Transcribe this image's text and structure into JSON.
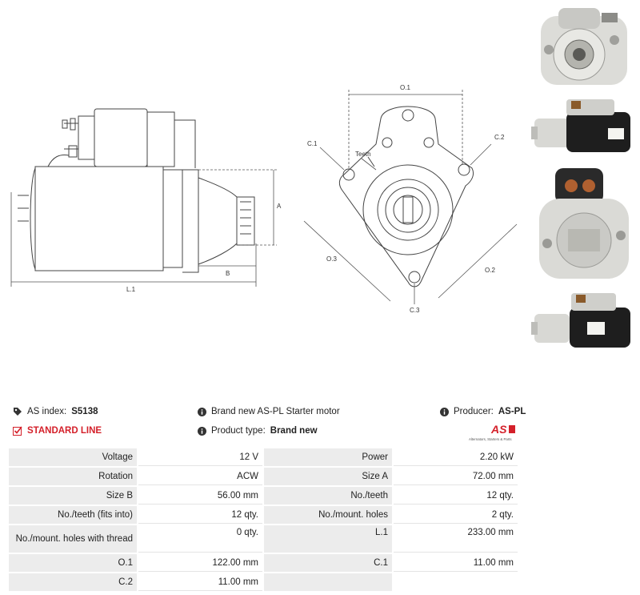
{
  "drawing": {
    "labels": {
      "l1": "L.1",
      "a": "A",
      "b": "B",
      "o1": "O.1",
      "o2": "O.2",
      "o3": "O.3",
      "c1": "C.1",
      "c2": "C.2",
      "c3": "C.3",
      "teeth": "Teeth"
    }
  },
  "info": {
    "as_index_label": "AS index:",
    "as_index_value": "S5138",
    "standard_line": "STANDARD LINE",
    "description": "Brand new AS-PL Starter motor",
    "product_type_label": "Product type:",
    "product_type_value": "Brand new",
    "producer_label": "Producer:",
    "producer_value": "AS-PL",
    "logo_text": "AS",
    "logo_tagline": "Alternators, Starters & Parts"
  },
  "specs": [
    {
      "l1": "Voltage",
      "v1": "12 V",
      "l2": "Power",
      "v2": "2.20 kW"
    },
    {
      "l1": "Rotation",
      "v1": "ACW",
      "l2": "Size A",
      "v2": "72.00 mm"
    },
    {
      "l1": "Size B",
      "v1": "56.00 mm",
      "l2": "No./teeth",
      "v2": "12 qty."
    },
    {
      "l1": "No./teeth (fits into)",
      "v1": "12 qty.",
      "l2": "No./mount. holes",
      "v2": "2 qty."
    },
    {
      "l1": "No./mount. holes with thread",
      "v1": "0 qty.",
      "l2": "L.1",
      "v2": "233.00 mm"
    },
    {
      "l1": "O.1",
      "v1": "122.00 mm",
      "l2": "C.1",
      "v2": "11.00 mm"
    },
    {
      "l1": "C.2",
      "v1": "11.00 mm",
      "l2": "",
      "v2": ""
    }
  ]
}
